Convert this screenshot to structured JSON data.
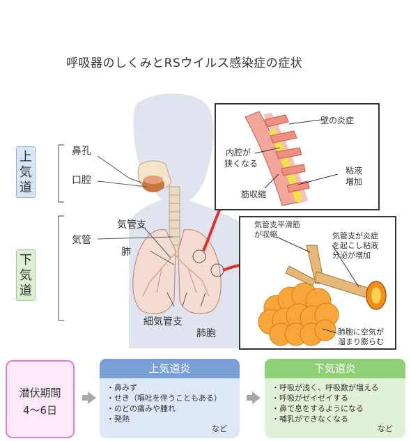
{
  "title": "呼吸器のしくみとRSウイルス感染症の症状",
  "regions": {
    "upper": "上気道",
    "lower": "下気道"
  },
  "anatomy": {
    "nose": "鼻孔",
    "mouth": "口腔",
    "bronchus": "気管支",
    "trachea": "気管",
    "lung": "肺",
    "bronchiole": "細気管支",
    "alveolus": "肺胞"
  },
  "inset_top": {
    "wall": "壁の炎症",
    "lumen_1": "内腔が",
    "lumen_2": "狭くなる",
    "mucus_1": "粘液",
    "mucus_2": "増加",
    "muscle": "筋収縮"
  },
  "inset_bottom": {
    "smooth_1": "気管支平滑筋",
    "smooth_2": "が収縮",
    "inflam_1": "気管支が炎症",
    "inflam_2": "を起こし粘液",
    "inflam_3": "分泌が増加",
    "air_1": "肺胞に空気が",
    "air_2": "溜まり膨らむ"
  },
  "incubation": {
    "line1": "潜伏期間",
    "line2": "4〜6日"
  },
  "upper_card": {
    "title": "上気道炎",
    "items": [
      "鼻みず",
      "せき（嘔吐を伴うこともある）",
      "のどの痛みや腫れ",
      "発熱"
    ],
    "etc": "など"
  },
  "lower_card": {
    "title": "下気道炎",
    "items": [
      "呼吸が浅く、呼吸数が増える",
      "呼吸がゼイゼイする",
      "鼻で息をするようになる",
      "哺乳ができなくなる"
    ],
    "etc": "など"
  },
  "colors": {
    "upper_header": "#7a9fd6",
    "upper_body": "#dde7f6",
    "lower_header": "#8fcf75",
    "lower_body": "#e1f1d8",
    "incubation_border": "#e87ad4"
  }
}
